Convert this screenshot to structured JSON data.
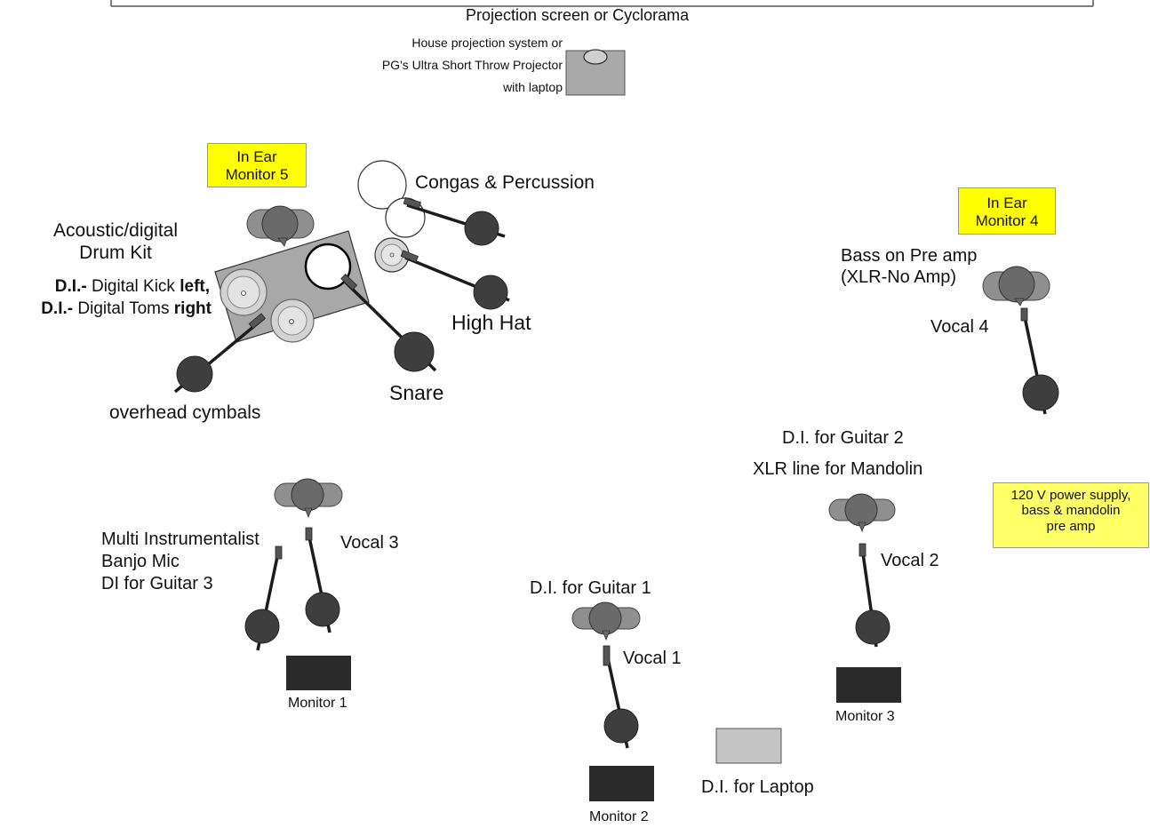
{
  "colors": {
    "note_bg": "#ffff00",
    "note_bg_light": "#ffff66",
    "monitor": "#2a2a2a",
    "amp": "#9a9a9a",
    "mic": "#3e3e3e",
    "platform": "#a8a8a8",
    "laptop_box": "#c4c4c4"
  },
  "projection": {
    "title": "Projection screen or Cyclorama",
    "projector_line1": "House projection system or",
    "projector_line2": "PG's Ultra Short Throw Projector",
    "projector_line3": "with laptop"
  },
  "drums": {
    "in_ear_line1": "In Ear",
    "in_ear_line2": "Monitor 5",
    "congas": "Congas & Percussion",
    "kit_line1": "Acoustic/digital",
    "kit_line2": "Drum Kit",
    "di1_bold": "D.I.-",
    "di1_text": " Digital Kick ",
    "di1_bold2": "left,",
    "di2_bold": "D.I.-",
    "di2_text": " Digital Toms ",
    "di2_bold2": "right",
    "high_hat": "High Hat",
    "snare": "Snare",
    "overhead": "overhead cymbals"
  },
  "bass": {
    "in_ear_line1": "In Ear",
    "in_ear_line2": "Monitor 4",
    "bass_line1": "Bass on Pre amp",
    "bass_line2": "(XLR-No Amp)",
    "vocal": "Vocal 4"
  },
  "guitar2": {
    "di_label": "D.I. for Guitar 2",
    "xlr_label": "XLR line for Mandolin",
    "vocal": "Vocal 2",
    "monitor": "Monitor 3"
  },
  "power": {
    "line1": "120 V power supply,",
    "line2": "bass & mandolin",
    "line3": "pre amp"
  },
  "multi": {
    "line1": "Multi Instrumentalist",
    "line2": "Banjo Mic",
    "line3": "DI for Guitar 3",
    "vocal": "Vocal 3",
    "monitor": "Monitor 1"
  },
  "guitar1": {
    "di_label": "D.I. for Guitar 1",
    "vocal": "Vocal 1",
    "monitor": "Monitor 2"
  },
  "laptop": {
    "label": "D.I. for Laptop"
  }
}
